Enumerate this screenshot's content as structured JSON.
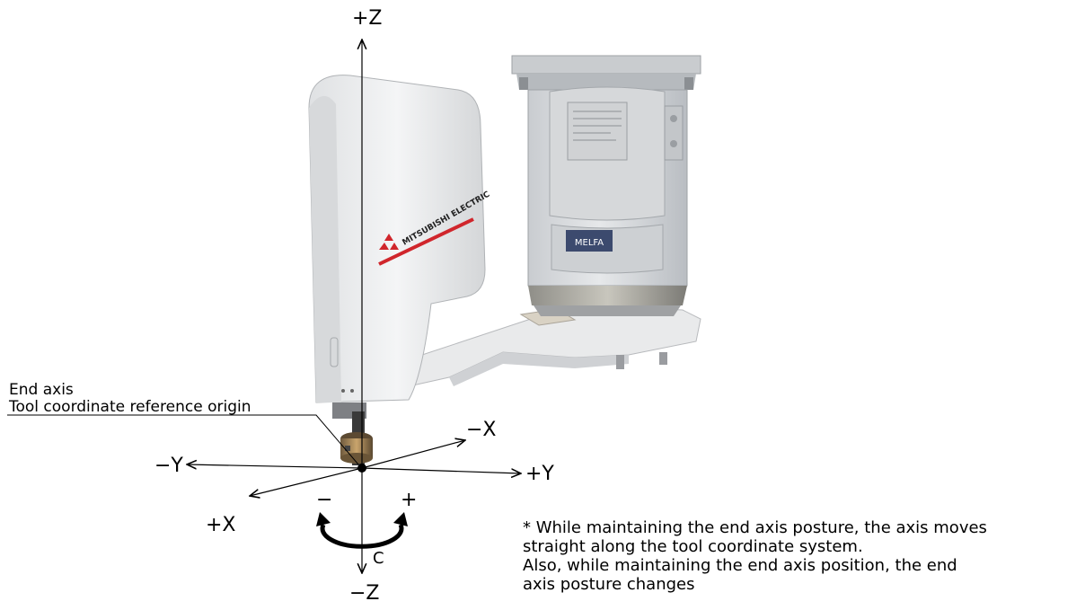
{
  "diagram": {
    "axes": {
      "plus_z": "+Z",
      "minus_z": "−Z",
      "plus_x": "+X",
      "minus_x": "−X",
      "plus_y": "+Y",
      "minus_y": "−Y"
    },
    "rotation": {
      "minus": "−",
      "plus": "+",
      "label": "C"
    },
    "callout": {
      "line1": "End axis",
      "line2": "Tool coordinate reference origin"
    },
    "note": {
      "line1": "* While maintaining the end axis posture, the axis moves",
      "line2": "straight along the tool coordinate system.",
      "line3": "Also, while maintaining the end axis position, the end",
      "line4": "axis posture changes"
    },
    "robot": {
      "brand_text": "MITSUBISHI ELECTRIC",
      "model_badge": "MELFA"
    },
    "colors": {
      "robot_body": "#eeeeee",
      "base_panel": "#d6d8da",
      "brand_red": "#d0262c",
      "badge": "#3c4a6e"
    }
  }
}
